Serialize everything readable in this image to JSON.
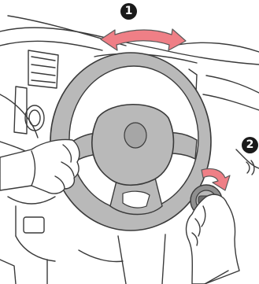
{
  "steps": [
    {
      "label": "1",
      "description_shown": ""
    },
    {
      "label": "2",
      "description_shown": ""
    }
  ],
  "colors": {
    "line": "#3a3a3a",
    "wheel": "#b9b9b9",
    "wheel_dark": "#8f8f8f",
    "arrow": "#ef7f86",
    "arrow_outline": "#5a5a5a",
    "badge": "#1a1a1a",
    "badge_text": "#ffffff",
    "background": "#ffffff"
  },
  "icons": {
    "step_1": "step-1-badge",
    "step_2": "step-2-badge",
    "turn_wheel_arrow": "curved-double-arrow-icon",
    "turn_key_arrow": "curved-arrow-icon"
  }
}
